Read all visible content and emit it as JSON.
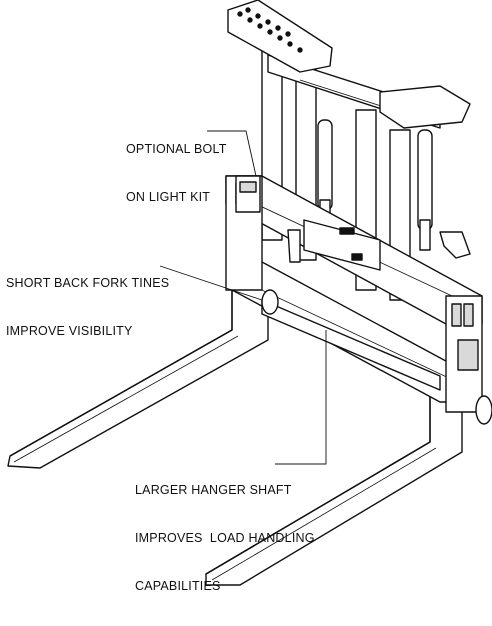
{
  "callouts": {
    "light_kit": {
      "line1": "OPTIONAL BOLT",
      "line2": "ON LIGHT KIT"
    },
    "fork_tines": {
      "line1": "SHORT BACK FORK TINES",
      "line2": "IMPROVE VISIBILITY"
    },
    "hanger_shaft": {
      "line1": "LARGER HANGER SHAFT",
      "line2": "IMPROVES  LOAD HANDLING",
      "line3": "CAPABILITIES"
    }
  },
  "colors": {
    "ink": "#111111",
    "paper": "#ffffff",
    "shade": "#d9d9d9"
  }
}
